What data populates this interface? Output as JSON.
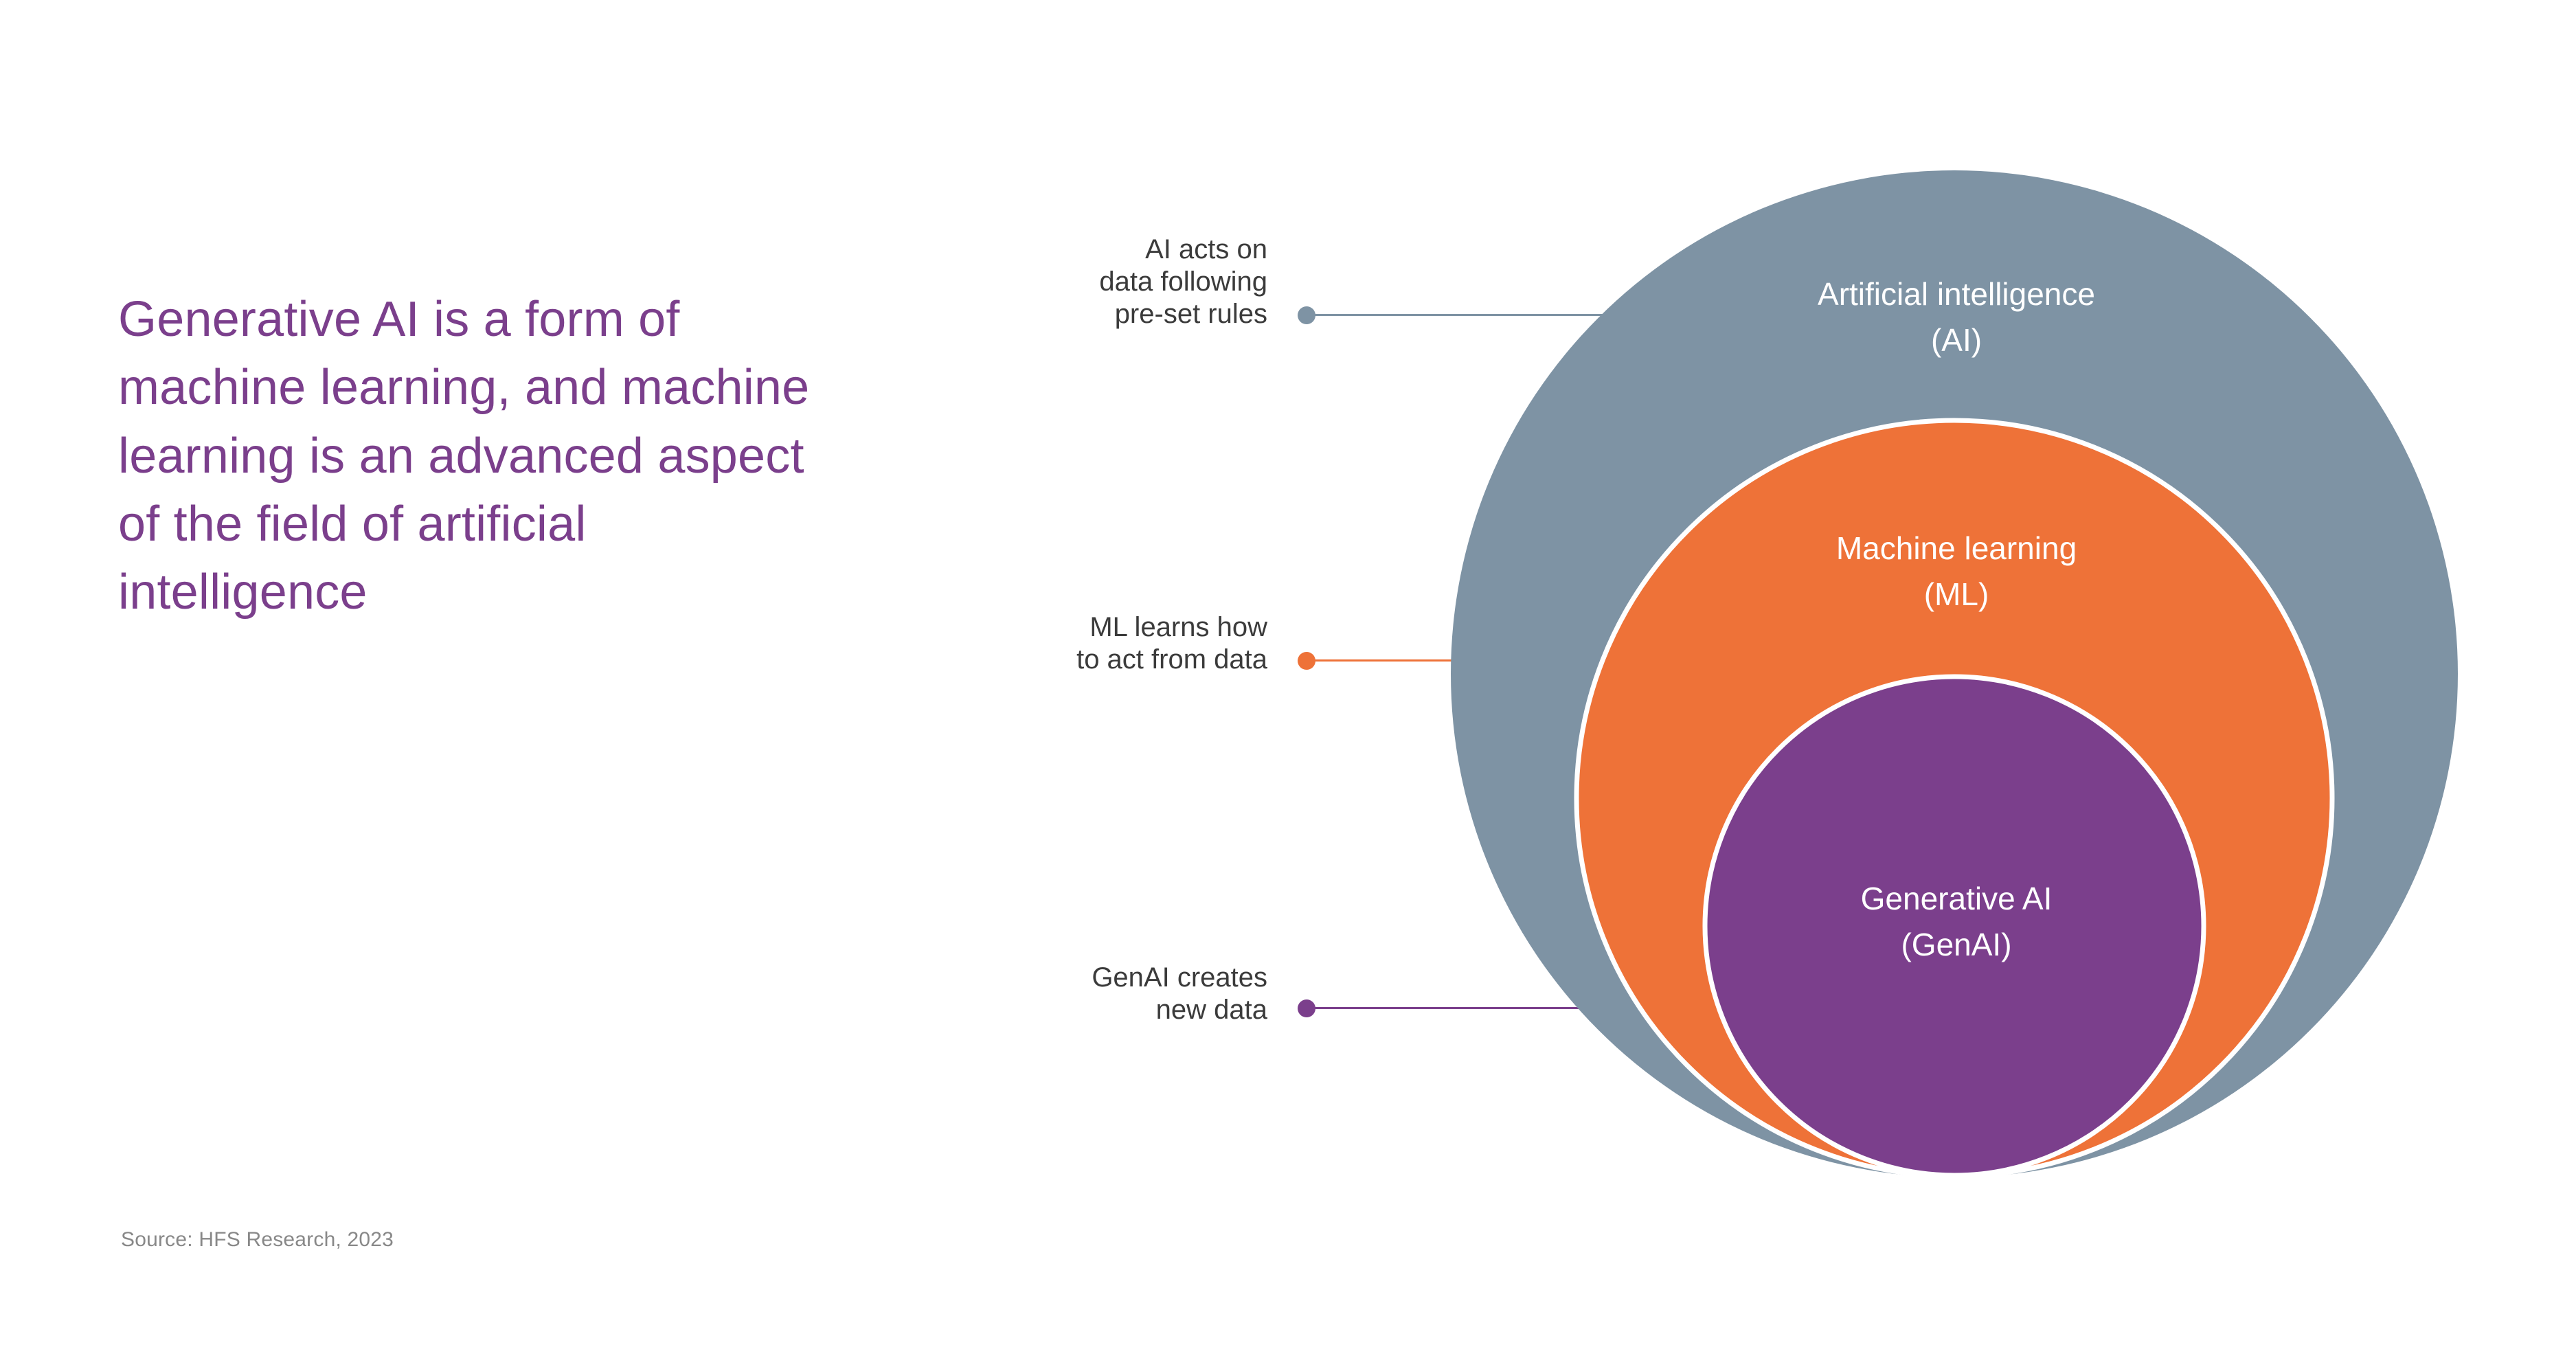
{
  "slide": {
    "headline": "Generative AI is a form of machine learning, and machine learning is an advanced aspect of the field of artificial intelligence",
    "source": "Source: HFS Research, 2023"
  },
  "colors": {
    "headline_purple": "#7B3F8C",
    "ai_slate": "#7E93A4",
    "ml_orange": "#EE7238",
    "genai_purple": "#7B3F8C",
    "label_white": "#FFFFFF",
    "callout_text": "#3B3B3B",
    "source_gray": "#888888",
    "background": "#FFFFFF"
  },
  "callouts": [
    {
      "id": "ai",
      "text": "AI acts on\ndata following\npre-set rules",
      "dot_color": "#7E93A4"
    },
    {
      "id": "ml",
      "text": "ML learns how\nto act from data",
      "dot_color": "#EE7238"
    },
    {
      "id": "genai",
      "text": "GenAI creates\nnew data",
      "dot_color": "#7B3F8C"
    }
  ],
  "chart_data": {
    "type": "venn",
    "title": "Nested set relationship of AI, ML and Generative AI",
    "layout": "concentric nested circles, bottom-tangent",
    "legend": "none",
    "sets": [
      {
        "name": "Artificial intelligence",
        "abbr": "(AI)",
        "label": "Artificial intelligence\n(AI)",
        "color": "#7E93A4",
        "level": 1,
        "radius_px": 733,
        "center": [
          2845,
          981
        ],
        "description": "AI acts on data following pre-set rules"
      },
      {
        "name": "Machine learning",
        "abbr": "(ML)",
        "label": "Machine learning\n(ML)",
        "color": "#EE7238",
        "level": 2,
        "radius_px": 550,
        "center": [
          2845,
          1162
        ],
        "description": "ML learns how to act from data"
      },
      {
        "name": "Generative AI",
        "abbr": "(GenAI)",
        "label": "Generative AI\n(GenAI)",
        "color": "#7B3F8C",
        "level": 3,
        "radius_px": 363,
        "center": [
          2845,
          1348
        ],
        "description": "GenAI creates new data"
      }
    ]
  }
}
